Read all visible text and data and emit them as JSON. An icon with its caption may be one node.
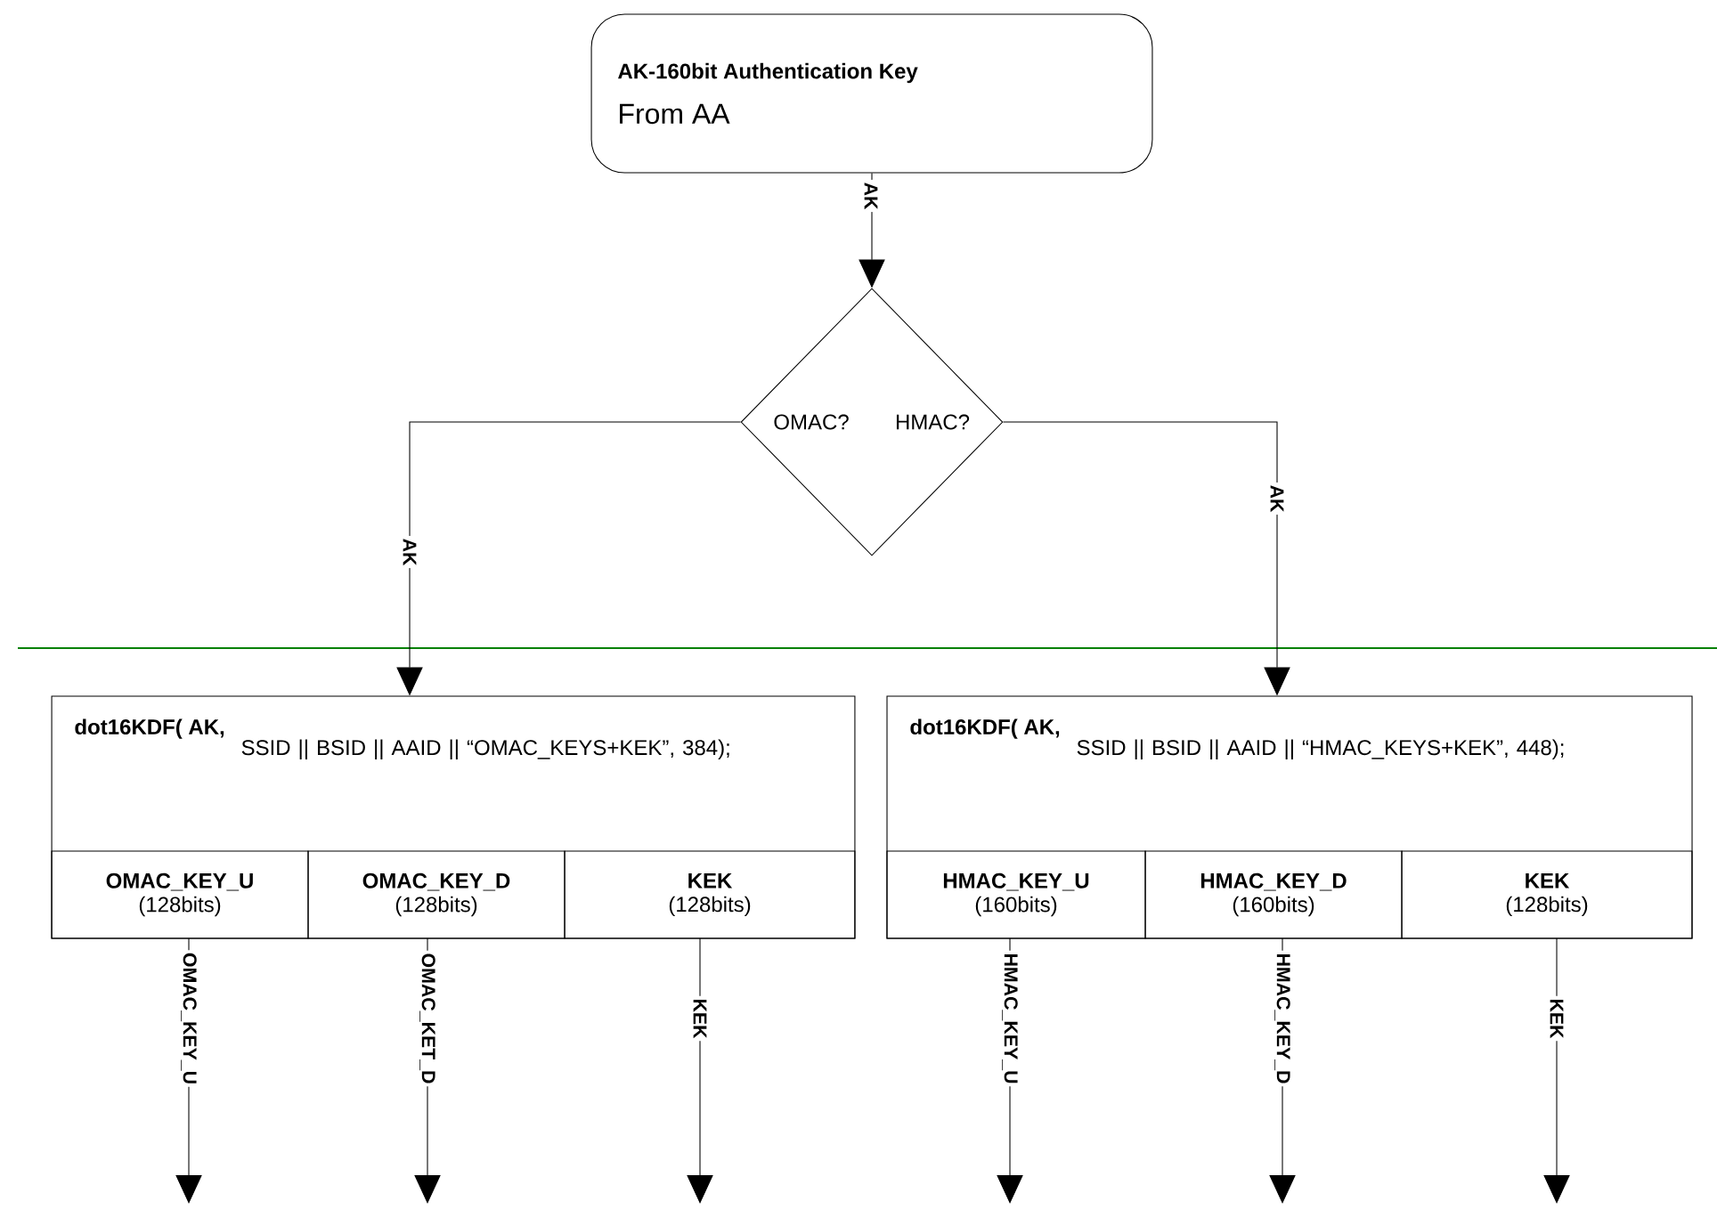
{
  "diagram": {
    "nodes": [
      {
        "text": [
          "AK-160bit Authentication Key",
          "From AA"
        ]
      },
      {
        "text": [
          "OMAC?",
          "HMAC?"
        ]
      },
      {
        "text": [
          "dot16KDF( AK,",
          "SSID || BSID || AAID || “OMAC_KEYS+KEK”, 384);"
        ]
      },
      {
        "text": [
          "OMAC_KEY_U",
          "(128bits)"
        ],
        "in": 2
      },
      {
        "text": [
          "OMAC_KEY_D",
          "(128bits)"
        ],
        "in": 2
      },
      {
        "text": [
          "KEK",
          "(128bits)"
        ],
        "in": 2
      },
      {
        "text": [
          "dot16KDF( AK,",
          "SSID || BSID || AAID || “HMAC_KEYS+KEK”, 448);"
        ]
      },
      {
        "text": [
          "HMAC_KEY_U",
          "(160bits)"
        ],
        "in": 6
      },
      {
        "text": [
          "HMAC_KEY_D",
          "(160bits)"
        ],
        "in": 6
      },
      {
        "text": [
          "KEK",
          "(128bits)"
        ],
        "in": 6
      }
    ],
    "edges": [
      {
        "from": 0,
        "to": 1,
        "arrow": "to",
        "label": "AK"
      },
      {
        "from": 1,
        "to": 2,
        "arrow": "to",
        "label": "AK"
      },
      {
        "from": 1,
        "to": 6,
        "arrow": "to",
        "label": "AK"
      },
      {
        "from": 3,
        "to": null,
        "arrow": "to",
        "label": "OMAC_KEY_U"
      },
      {
        "from": 4,
        "to": null,
        "arrow": "to",
        "label": "OMAC_KET_D"
      },
      {
        "from": 5,
        "to": null,
        "arrow": "to",
        "label": "KEK"
      },
      {
        "from": 7,
        "to": null,
        "arrow": "to",
        "label": "HMAC_KEY_U"
      },
      {
        "from": 8,
        "to": null,
        "arrow": "to",
        "label": "HMAC_KEY_D"
      },
      {
        "from": 9,
        "to": null,
        "arrow": "to",
        "label": "KEK"
      }
    ]
  }
}
